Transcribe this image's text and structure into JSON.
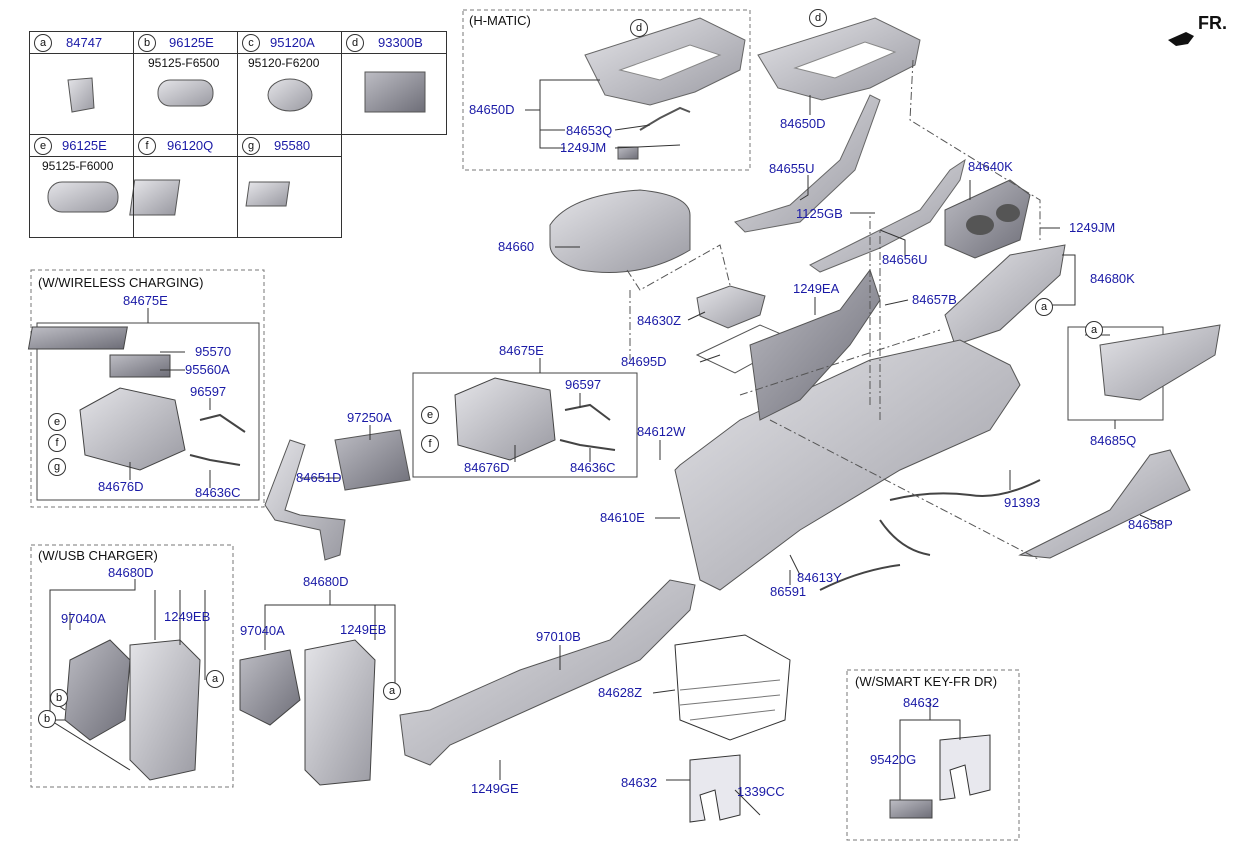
{
  "legend": [
    {
      "letter": "a",
      "code": "84747",
      "sub": ""
    },
    {
      "letter": "b",
      "code": "96125E",
      "sub": "95125-F6500"
    },
    {
      "letter": "c",
      "code": "95120A",
      "sub": "95120-F6200"
    },
    {
      "letter": "d",
      "code": "93300B",
      "sub": ""
    },
    {
      "letter": "e",
      "code": "96125E",
      "sub": "95125-F6000"
    },
    {
      "letter": "f",
      "code": "96120Q",
      "sub": ""
    },
    {
      "letter": "g",
      "code": "95580",
      "sub": ""
    }
  ],
  "direction_label": "FR.",
  "groups": {
    "h_matic": "(H-MATIC)",
    "wireless": "(W/WIRELESS CHARGING)",
    "usb": "(W/USB CHARGER)",
    "smartkey": "(W/SMART KEY-FR DR)"
  },
  "callouts": {
    "c1": "84650D",
    "c2": "84653Q",
    "c3": "1249JM",
    "c4": "84650D",
    "c5": "84655U",
    "c6": "84640K",
    "c7": "1125GB",
    "c8": "1249JM",
    "c9": "84660",
    "c10": "84656U",
    "c11": "1249EA",
    "c12": "84657B",
    "c13": "84680K",
    "c14": "84630Z",
    "c15": "84695D",
    "c16": "84675E",
    "c17": "96597",
    "c18": "84676D",
    "c19": "84636C",
    "c20": "84612W",
    "c21": "84685Q",
    "c22": "97250A",
    "c23": "84651D",
    "c24": "84610E",
    "c25": "91393",
    "c26": "84658P",
    "c27": "84613Y",
    "c28": "86591",
    "c29": "84675E",
    "c30": "95570",
    "c31": "95560A",
    "c32": "96597",
    "c33": "84676D",
    "c34": "84636C",
    "c35": "84680D",
    "c36": "97040A",
    "c37": "1249EB",
    "c38": "84680D",
    "c39": "97040A",
    "c40": "1249EB",
    "c41": "97010B",
    "c42": "84628Z",
    "c43": "1249GE",
    "c44": "84632",
    "c45": "1339CC",
    "c46": "84632",
    "c47": "95420G"
  },
  "letter_markers": [
    "d",
    "d",
    "a",
    "a",
    "e",
    "f",
    "e",
    "f",
    "g",
    "a",
    "b",
    "b",
    "a"
  ]
}
